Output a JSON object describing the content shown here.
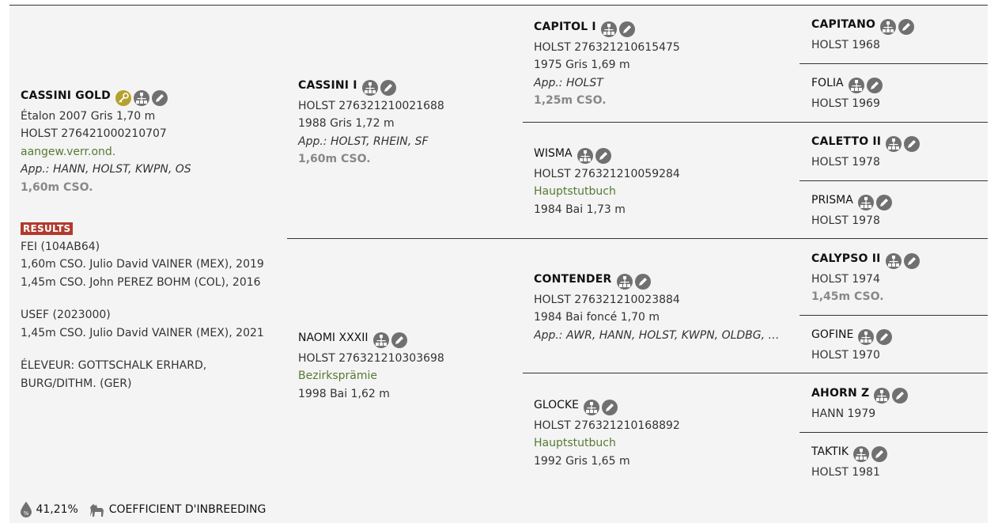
{
  "subject": {
    "name": "CASSINI GOLD",
    "line1": "Étalon 2007 Gris 1,70 m",
    "line2": "HOLST 276421000210707",
    "status": "aangew.verr.ond.",
    "approvals": "App.: HANN, HOLST, KWPN, OS",
    "perf": "1,60m CSO.",
    "results_badge": "RESULTS",
    "results": [
      "FEI (104AB64)",
      "1,60m CSO. Julio David VAINER (MEX), 2019",
      "1,45m CSO. John PEREZ BOHM (COL), 2016"
    ],
    "results2": [
      "USEF (2023000)",
      "1,45m CSO. Julio David VAINER (MEX), 2021"
    ],
    "breeder": [
      "ÉLEVEUR: GOTTSCHALK ERHARD,",
      "BURG/DITHM. (GER)"
    ],
    "inbreeding_pct": "41,21%",
    "inbreeding_label": "COEFFICIENT D'INBREEDING"
  },
  "sire": {
    "name": "CASSINI I",
    "reg": "HOLST 276321210021688",
    "info": "1988 Gris 1,72 m",
    "approvals": "App.: HOLST, RHEIN, SF",
    "perf": "1,60m CSO."
  },
  "dam": {
    "name": "NAOMI XXXII",
    "reg": "HOLST 276321210303698",
    "status": "Bezirksprämie",
    "info": "1998 Bai 1,62 m"
  },
  "gen3": {
    "capitol": {
      "name": "CAPITOL I",
      "reg": "HOLST 276321210615475",
      "info": "1975 Gris 1,69 m",
      "approvals": "App.: HOLST",
      "perf": "1,25m CSO."
    },
    "wisma": {
      "name": "WISMA",
      "reg": "HOLST 276321210059284",
      "status": "Hauptstutbuch",
      "info": "1984 Bai 1,73 m"
    },
    "contender": {
      "name": "CONTENDER",
      "reg": "HOLST 276321210023884",
      "info": "1984 Bai foncé 1,70 m",
      "approvals": "App.: AWR, HANN, HOLST, KWPN, OLDBG, RHEI..."
    },
    "glocke": {
      "name": "GLOCKE",
      "reg": "HOLST 276321210168892",
      "status": "Hauptstutbuch",
      "info": "1992 Gris 1,65 m"
    }
  },
  "gen4": [
    {
      "name": "CAPITANO",
      "reg": "HOLST 1968"
    },
    {
      "name": "FOLIA",
      "reg": "HOLST 1969"
    },
    {
      "name": "CALETTO II",
      "reg": "HOLST 1978"
    },
    {
      "name": "PRISMA",
      "reg": "HOLST 1978"
    },
    {
      "name": "CALYPSO II",
      "reg": "HOLST 1974",
      "perf": "1,45m CSO."
    },
    {
      "name": "GOFINE",
      "reg": "HOLST 1970"
    },
    {
      "name": "AHORN Z",
      "reg": "HANN 1979"
    },
    {
      "name": "TAKTIK",
      "reg": "HOLST 1981"
    }
  ],
  "icons": {
    "key": "key-icon",
    "pedigree": "pedigree-tree-icon",
    "edit": "pencil-edit-icon",
    "drop": "drop-percent-icon",
    "horse": "horse-icon"
  },
  "colors": {
    "badge": "#b23a2e",
    "key_icon": "#b5a12e",
    "icon_gray": "#707070",
    "green_text": "#557a33"
  }
}
